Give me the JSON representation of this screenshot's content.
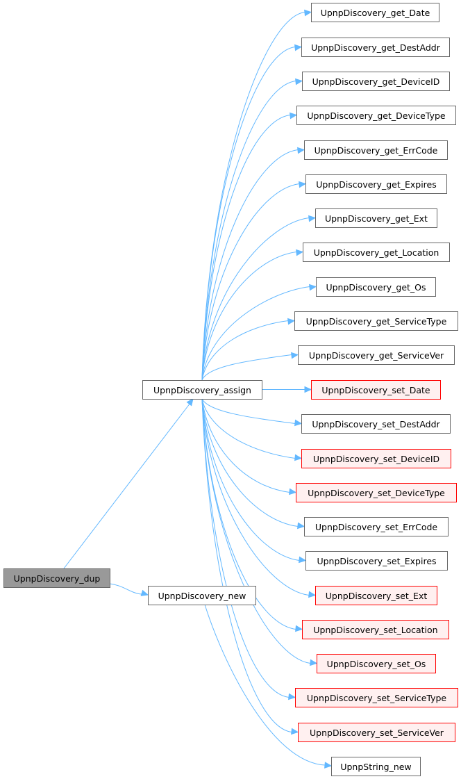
{
  "nodes": [
    {
      "id": "dup",
      "label": "UpnpDiscovery_dup",
      "style": "root"
    },
    {
      "id": "assign",
      "label": "UpnpDiscovery_assign",
      "style": "plain"
    },
    {
      "id": "new",
      "label": "UpnpDiscovery_new",
      "style": "plain"
    },
    {
      "id": "get_date",
      "label": "UpnpDiscovery_get_Date",
      "style": "plain"
    },
    {
      "id": "get_destaddr",
      "label": "UpnpDiscovery_get_DestAddr",
      "style": "plain"
    },
    {
      "id": "get_deviceid",
      "label": "UpnpDiscovery_get_DeviceID",
      "style": "plain"
    },
    {
      "id": "get_devicetype",
      "label": "UpnpDiscovery_get_DeviceType",
      "style": "plain"
    },
    {
      "id": "get_errcode",
      "label": "UpnpDiscovery_get_ErrCode",
      "style": "plain"
    },
    {
      "id": "get_expires",
      "label": "UpnpDiscovery_get_Expires",
      "style": "plain"
    },
    {
      "id": "get_ext",
      "label": "UpnpDiscovery_get_Ext",
      "style": "plain"
    },
    {
      "id": "get_location",
      "label": "UpnpDiscovery_get_Location",
      "style": "plain"
    },
    {
      "id": "get_os",
      "label": "UpnpDiscovery_get_Os",
      "style": "plain"
    },
    {
      "id": "get_servicetype",
      "label": "UpnpDiscovery_get_ServiceType",
      "style": "plain"
    },
    {
      "id": "get_servicever",
      "label": "UpnpDiscovery_get_ServiceVer",
      "style": "plain"
    },
    {
      "id": "set_date",
      "label": "UpnpDiscovery_set_Date",
      "style": "red"
    },
    {
      "id": "set_destaddr",
      "label": "UpnpDiscovery_set_DestAddr",
      "style": "plain"
    },
    {
      "id": "set_deviceid",
      "label": "UpnpDiscovery_set_DeviceID",
      "style": "red"
    },
    {
      "id": "set_devicetype",
      "label": "UpnpDiscovery_set_DeviceType",
      "style": "red"
    },
    {
      "id": "set_errcode",
      "label": "UpnpDiscovery_set_ErrCode",
      "style": "plain"
    },
    {
      "id": "set_expires",
      "label": "UpnpDiscovery_set_Expires",
      "style": "plain"
    },
    {
      "id": "set_ext",
      "label": "UpnpDiscovery_set_Ext",
      "style": "red"
    },
    {
      "id": "set_location",
      "label": "UpnpDiscovery_set_Location",
      "style": "red"
    },
    {
      "id": "set_os",
      "label": "UpnpDiscovery_set_Os",
      "style": "red"
    },
    {
      "id": "set_servicetype",
      "label": "UpnpDiscovery_set_ServiceType",
      "style": "red"
    },
    {
      "id": "set_servicever",
      "label": "UpnpDiscovery_set_ServiceVer",
      "style": "red"
    },
    {
      "id": "string_new",
      "label": "UpnpString_new",
      "style": "plain"
    }
  ],
  "edges": [
    {
      "from": "dup",
      "to": "assign"
    },
    {
      "from": "dup",
      "to": "new"
    },
    {
      "from": "assign",
      "to": "get_date"
    },
    {
      "from": "assign",
      "to": "get_destaddr"
    },
    {
      "from": "assign",
      "to": "get_deviceid"
    },
    {
      "from": "assign",
      "to": "get_devicetype"
    },
    {
      "from": "assign",
      "to": "get_errcode"
    },
    {
      "from": "assign",
      "to": "get_expires"
    },
    {
      "from": "assign",
      "to": "get_ext"
    },
    {
      "from": "assign",
      "to": "get_location"
    },
    {
      "from": "assign",
      "to": "get_os"
    },
    {
      "from": "assign",
      "to": "get_servicetype"
    },
    {
      "from": "assign",
      "to": "get_servicever"
    },
    {
      "from": "assign",
      "to": "set_date"
    },
    {
      "from": "assign",
      "to": "set_destaddr"
    },
    {
      "from": "assign",
      "to": "set_deviceid"
    },
    {
      "from": "assign",
      "to": "set_devicetype"
    },
    {
      "from": "assign",
      "to": "set_errcode"
    },
    {
      "from": "assign",
      "to": "set_expires"
    },
    {
      "from": "assign",
      "to": "set_ext"
    },
    {
      "from": "assign",
      "to": "set_location"
    },
    {
      "from": "assign",
      "to": "set_os"
    },
    {
      "from": "assign",
      "to": "set_servicetype"
    },
    {
      "from": "assign",
      "to": "set_servicever"
    },
    {
      "from": "new",
      "to": "string_new"
    }
  ],
  "colors": {
    "edge": "#63b8ff",
    "root_fill": "#999999",
    "highlight_fill": "#fff0f0",
    "highlight_stroke": "#ff0000",
    "box_stroke": "#666666"
  }
}
